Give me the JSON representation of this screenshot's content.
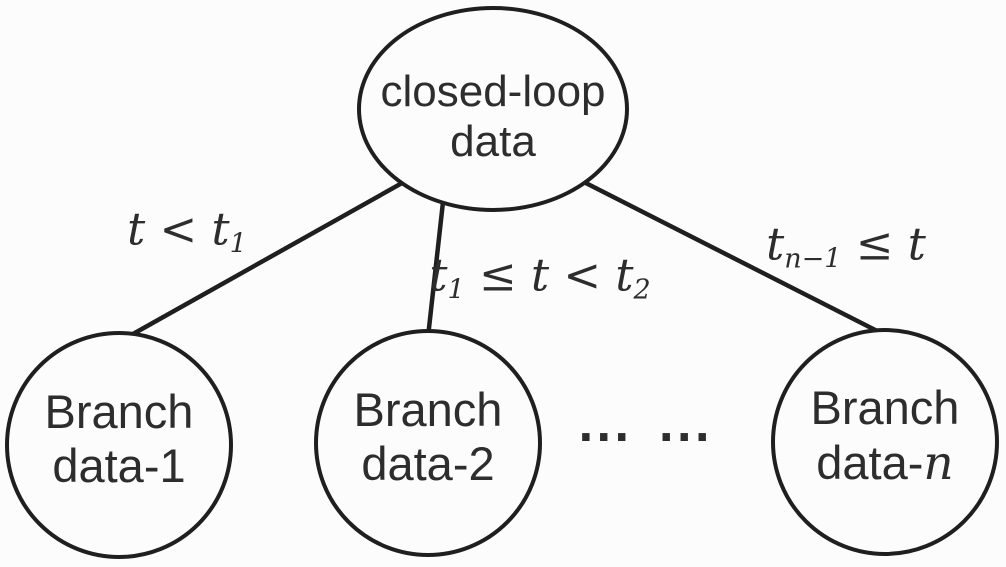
{
  "figure": {
    "colors": {
      "stroke": "#1f1f1f",
      "text": "#2d2d2d",
      "background": "#fcfcfc"
    },
    "root": {
      "lines_parts": [
        [
          {
            "t": "closed-loop"
          }
        ],
        [
          {
            "t": "data"
          }
        ]
      ]
    },
    "edges": [
      {
        "condition_parts": [
          {
            "t": "t < t"
          },
          {
            "t": "1",
            "style": "sub"
          }
        ]
      },
      {
        "condition_parts": [
          {
            "t": "t"
          },
          {
            "t": "1",
            "style": "sub"
          },
          {
            "t": " ≤ t < t"
          },
          {
            "t": "2",
            "style": "sub"
          }
        ]
      },
      {
        "condition_parts": [
          {
            "t": "t"
          },
          {
            "t": "n−1",
            "style": "sub"
          },
          {
            "t": " ≤ t"
          }
        ]
      }
    ],
    "branches": [
      {
        "lines_parts": [
          [
            {
              "t": "Branch"
            }
          ],
          [
            {
              "t": "data-1"
            }
          ]
        ]
      },
      {
        "lines_parts": [
          [
            {
              "t": "Branch"
            }
          ],
          [
            {
              "t": "data-2"
            }
          ]
        ]
      },
      {
        "lines_parts": [
          [
            {
              "t": "Branch"
            }
          ],
          [
            {
              "t": "data-"
            },
            {
              "t": "n",
              "style": "math"
            }
          ]
        ]
      }
    ],
    "ellipsis": "··· ···"
  }
}
